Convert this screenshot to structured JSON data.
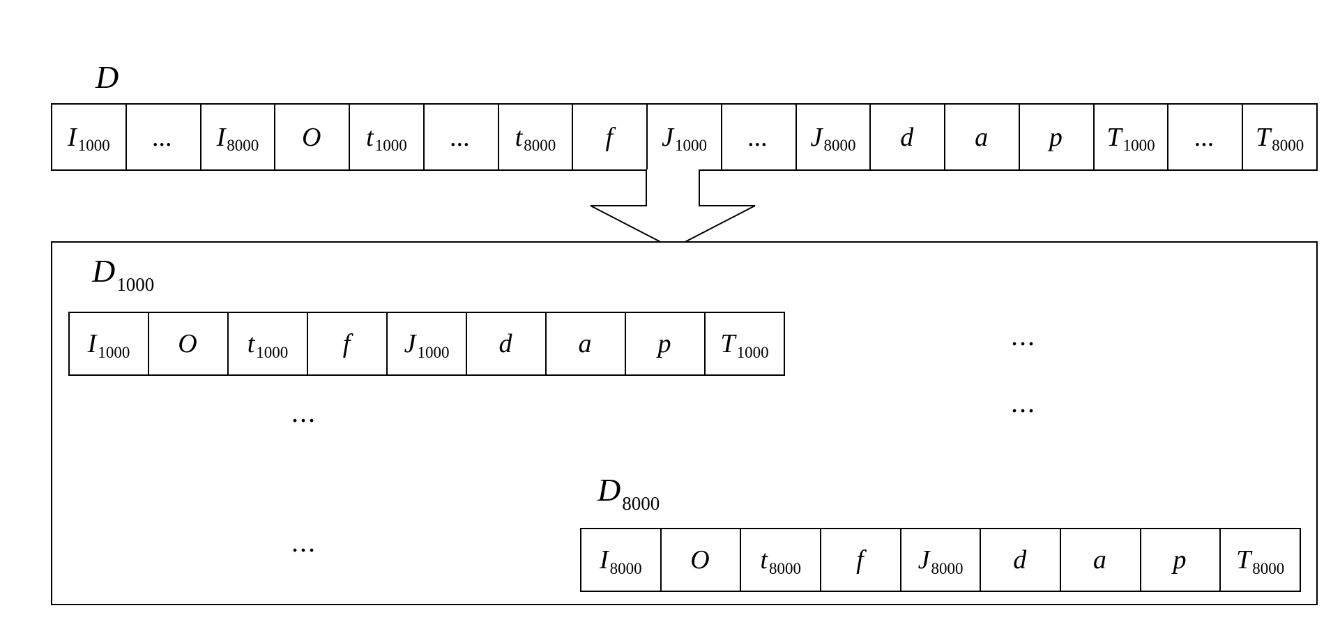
{
  "colors": {
    "line": "#000000",
    "background": "#ffffff",
    "text": "#000000"
  },
  "top_record": {
    "label": {
      "base": "D",
      "sub": ""
    },
    "cells": [
      {
        "base": "I",
        "sub": "1000"
      },
      {
        "base": "...",
        "sub": ""
      },
      {
        "base": "I",
        "sub": "8000"
      },
      {
        "base": "O",
        "sub": ""
      },
      {
        "base": "t",
        "sub": "1000"
      },
      {
        "base": "...",
        "sub": ""
      },
      {
        "base": "t",
        "sub": "8000"
      },
      {
        "base": "f",
        "sub": ""
      },
      {
        "base": "J",
        "sub": "1000"
      },
      {
        "base": "...",
        "sub": ""
      },
      {
        "base": "J",
        "sub": "8000"
      },
      {
        "base": "d",
        "sub": ""
      },
      {
        "base": "a",
        "sub": ""
      },
      {
        "base": "p",
        "sub": ""
      },
      {
        "base": "T",
        "sub": "1000"
      },
      {
        "base": "...",
        "sub": ""
      },
      {
        "base": "T",
        "sub": "8000"
      }
    ]
  },
  "sub_records": [
    {
      "label": {
        "base": "D",
        "sub": "1000"
      },
      "cells": [
        {
          "base": "I",
          "sub": "1000"
        },
        {
          "base": "O",
          "sub": ""
        },
        {
          "base": "t",
          "sub": "1000"
        },
        {
          "base": "f",
          "sub": ""
        },
        {
          "base": "J",
          "sub": "1000"
        },
        {
          "base": "d",
          "sub": ""
        },
        {
          "base": "a",
          "sub": ""
        },
        {
          "base": "p",
          "sub": ""
        },
        {
          "base": "T",
          "sub": "1000"
        }
      ]
    },
    {
      "label": {
        "base": "D",
        "sub": "8000"
      },
      "cells": [
        {
          "base": "I",
          "sub": "8000"
        },
        {
          "base": "O",
          "sub": ""
        },
        {
          "base": "t",
          "sub": "8000"
        },
        {
          "base": "f",
          "sub": ""
        },
        {
          "base": "J",
          "sub": "8000"
        },
        {
          "base": "d",
          "sub": ""
        },
        {
          "base": "a",
          "sub": ""
        },
        {
          "base": "p",
          "sub": ""
        },
        {
          "base": "T",
          "sub": "8000"
        }
      ]
    }
  ],
  "ellipses": {
    "right_upper": "...",
    "right_middle": "...",
    "left_middle": "...",
    "left_lower": "..."
  }
}
